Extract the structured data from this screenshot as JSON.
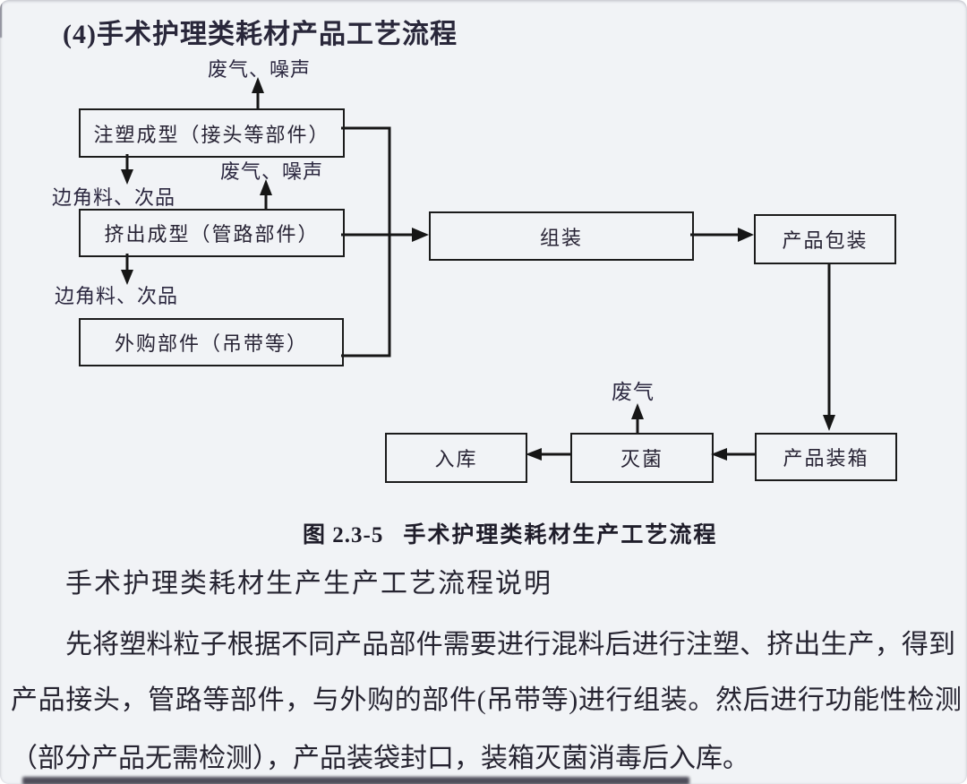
{
  "page": {
    "title": "(4)手术护理类耗材产品工艺流程",
    "caption_figure": "图 2.3-5",
    "caption_text": "手术护理类耗材生产工艺流程"
  },
  "flowchart": {
    "boxes": {
      "injection": "注塑成型（接头等部件）",
      "extrusion": "挤出成型（管路部件）",
      "purchased": "外购部件（吊带等）",
      "assembly": "组装",
      "packaging": "产品包装",
      "boxing": "产品装箱",
      "sterilization": "灭菌",
      "warehousing": "入库"
    },
    "labels": {
      "emission_top": "废气、噪声",
      "emission_mid": "废气、噪声",
      "scrap_top": "边角料、次品",
      "scrap_bottom": "边角料、次品",
      "emission_sterilization": "废气"
    }
  },
  "body": {
    "heading": "手术护理类耗材生产生产工艺流程说明",
    "line2": "先将塑料粒子根据不同产品部件需要进行混料后进行注塑、挤出生产，得到",
    "line3": "产品接头，管路等部件，与外购的部件(吊带等)进行组装。然后进行功能性检测",
    "line4": "（部分产品无需检测），产品装袋封口，装箱灭菌消毒后入库。"
  },
  "colors": {
    "background": "#f1f3f6",
    "ink": "#262431",
    "line": "#161616",
    "box_border": "#1b1b1b"
  }
}
